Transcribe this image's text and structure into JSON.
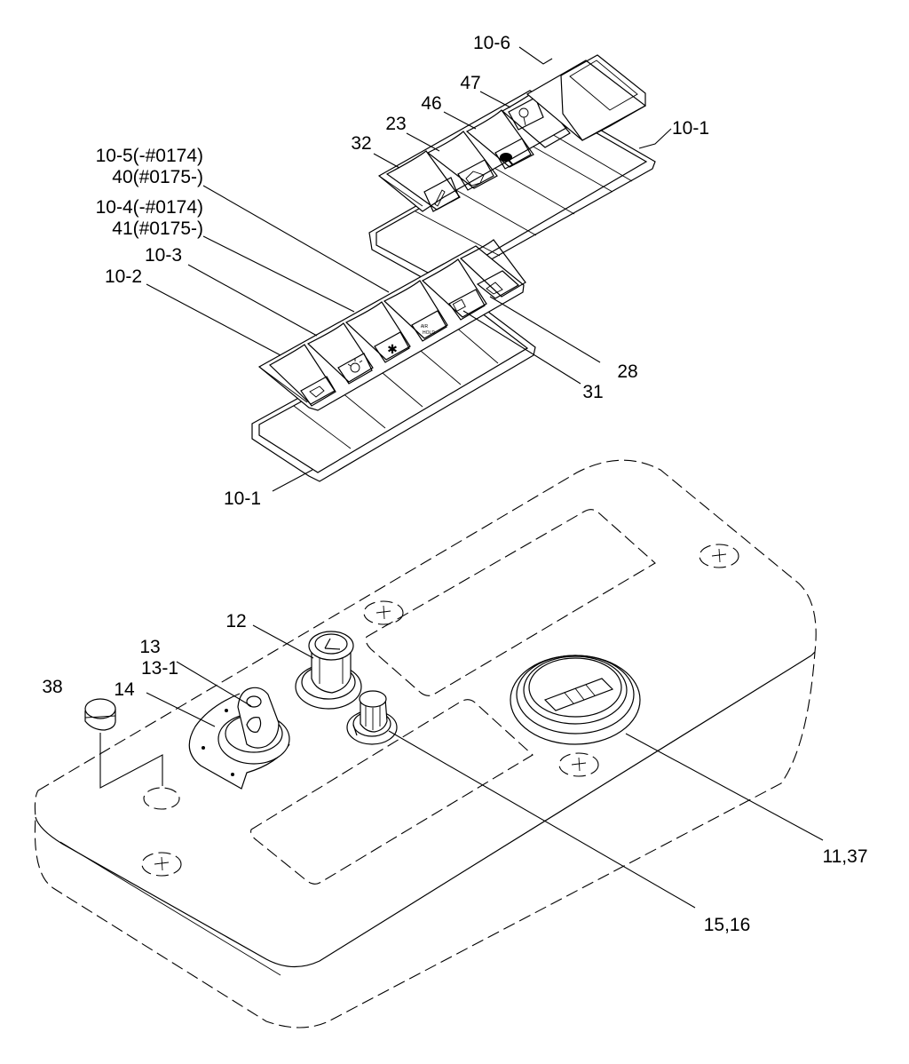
{
  "callouts": {
    "c10_6": "10-6",
    "c47": "47",
    "c46": "46",
    "c23": "23",
    "c32": "32",
    "c10_1_top": "10-1",
    "c10_5": "10-5(-#0174)",
    "c40": "40(#0175-)",
    "c10_4": "10-4(-#0174)",
    "c41": "41(#0175-)",
    "c10_3": "10-3",
    "c10_2": "10-2",
    "c28": "28",
    "c31": "31",
    "c10_1_bottom": "10-1",
    "c12": "12",
    "c13": "13",
    "c13_1": "13-1",
    "c14": "14",
    "c38": "38",
    "c11_37": "11,37",
    "c15_16": "15,16"
  },
  "switch_symbols": {
    "air_hold_top": "AIR",
    "air_hold_bottom": "HOLD",
    "star": "✱"
  }
}
